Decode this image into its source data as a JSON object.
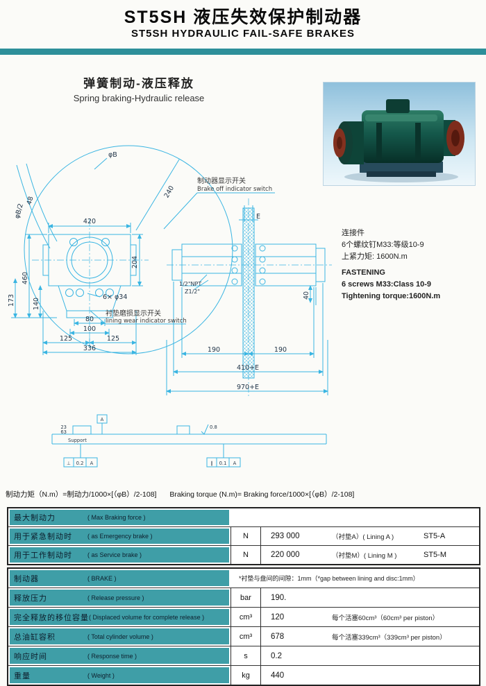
{
  "header": {
    "title_cn": "ST5SH 液压失效保护制动器",
    "title_en": "ST5SH HYDRAULIC FAIL-SAFE BRAKES"
  },
  "section": {
    "title_cn": "弹簧制动-液压释放",
    "title_en": "Spring braking-Hydraulic release"
  },
  "drawing": {
    "callouts": {
      "brake_off_cn": "制动器显示开关",
      "brake_off_en": "Brake off indicator switch",
      "lining_wear_cn": "衬垫磨损显示开关",
      "lining_wear_en": "lining wear  indicator switch"
    },
    "dims": {
      "d420": "420",
      "d204": "204",
      "d460": "460",
      "d173": "173",
      "d140": "140",
      "d80": "80",
      "d100": "100",
      "d125a": "125",
      "d125b": "125",
      "d336": "336",
      "holes": "6× φ34",
      "phiB": "φB",
      "phiB2": "φB/2",
      "d48": "48",
      "d240": "240",
      "E": "E",
      "d40": "40",
      "d190a": "190",
      "d190b": "190",
      "d410e": "410+E",
      "d970e": "970+E",
      "npt": "1/2\"NPT",
      "z12": "Z1/2\"",
      "d23": "23",
      "d63": "63",
      "d08": "0.8",
      "support": "Support",
      "datum": "A",
      "gd1_sym": "⊥",
      "gd1_val": "0.2",
      "gd1_ref": "A",
      "gd2_sym": "∥",
      "gd2_val": "0.1",
      "gd2_ref": "A"
    }
  },
  "fastening": {
    "cn1": "连接件",
    "cn2": "6个螺纹钉M33:等级10-9",
    "cn3": "上紧力矩: 1600N.m",
    "en1": "FASTENING",
    "en2": "6 screws M33:Class 10-9",
    "en3": "Tightening torque:1600N.m"
  },
  "formula": {
    "cn": "制动力矩（N.m）=制动力/1000×[（φB）/2-108]",
    "en": "Braking torque (N.m)= Braking force/1000×[（φB）/2-108]"
  },
  "table1": {
    "rows": [
      {
        "label_cn": "最大制动力",
        "label_en": "( Max Braking force )",
        "unit": "",
        "value": "",
        "note": "",
        "model": ""
      },
      {
        "label_cn": "用于紧急制动时",
        "label_en": "( as Emergency brake )",
        "unit": "N",
        "value": "293 000",
        "note": "（衬垫A）( Lining A )",
        "model": "ST5-A"
      },
      {
        "label_cn": "用于工作制动时",
        "label_en": "( as Service brake )",
        "unit": "N",
        "value": "220 000",
        "note": "（衬垫M）( Lining M )",
        "model": "ST5-M"
      }
    ]
  },
  "table2": {
    "header": {
      "label_cn": "制动器",
      "label_en": "( BRAKE )",
      "note": "*衬垫与盘间的间隙：1mm（*gap between lining and disc:1mm）"
    },
    "rows": [
      {
        "label_cn": "释放压力",
        "label_en": "( Release pressure )",
        "unit": "bar",
        "value": "190.",
        "note": ""
      },
      {
        "label_cn": "完全释放的移位容量",
        "label_en": "( Displaced volume for complete release )",
        "unit": "cm³",
        "value": "120",
        "note": "每个活塞60cm³（60cm³ per piston）"
      },
      {
        "label_cn": "总油缸容积",
        "label_en": "( Total cylinder volume )",
        "unit": "cm³",
        "value": "678",
        "note": "每个活塞339cm³（339cm³ per piston）"
      },
      {
        "label_cn": "响应时间",
        "label_en": "( Response time )",
        "unit": "s",
        "value": "0.2",
        "note": ""
      },
      {
        "label_cn": "重量",
        "label_en": "( Weight )",
        "unit": "kg",
        "value": "440",
        "note": ""
      }
    ]
  },
  "colors": {
    "accent_teal": "#2d8f9a",
    "table_label_teal": "#3f9ea7",
    "drawing_cyan": "#3ab5e2"
  }
}
